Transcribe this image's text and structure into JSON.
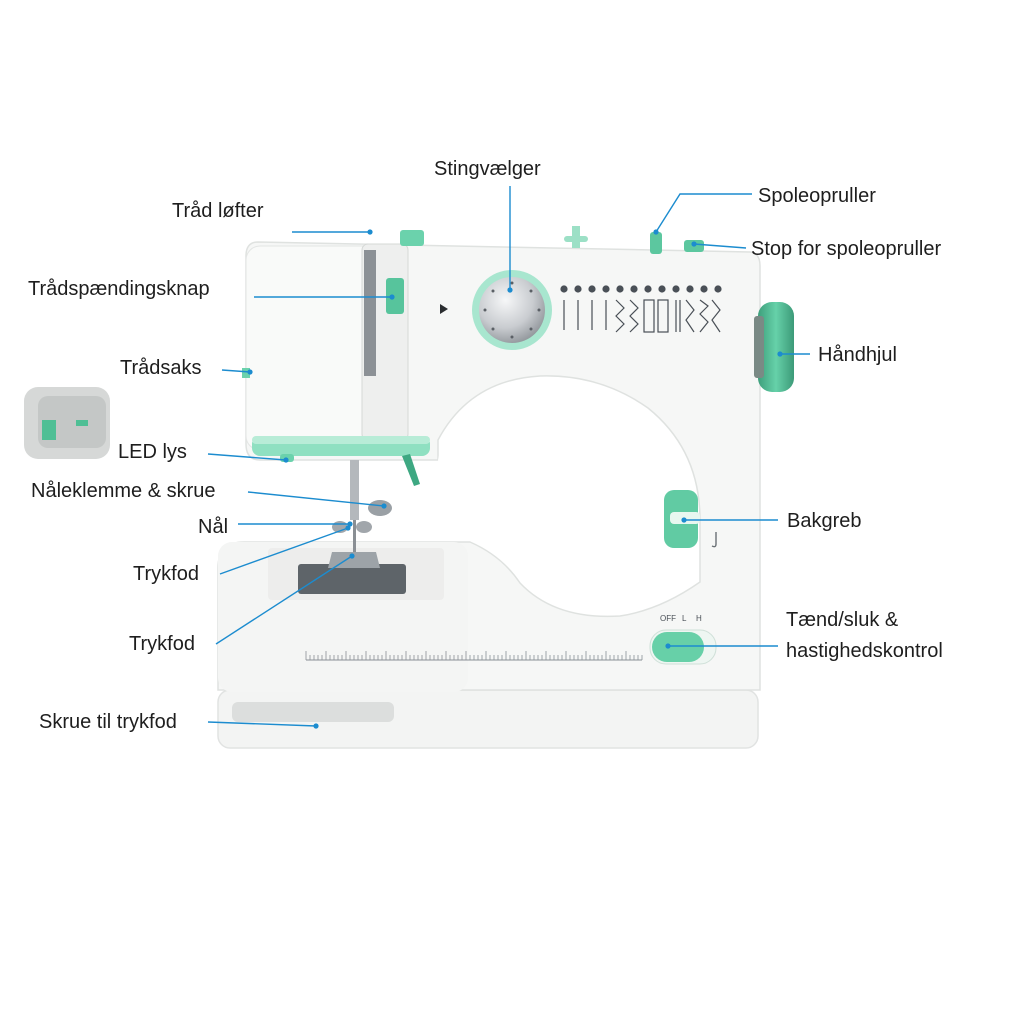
{
  "diagram": {
    "accent_color": "#5fc9a2",
    "leader_color": "#1c8ccf",
    "labels": {
      "stingvaelger": "Stingvælger",
      "traad_lofter": "Tråd løfter",
      "spoleopruller": "Spoleopruller",
      "stop_spoleopruller": "Stop for spoleopruller",
      "traadspaendingsknap": "Trådspændingsknap",
      "traadsaks": "Trådsaks",
      "haandhjul": "Håndhjul",
      "led_lys": "LED lys",
      "naaleklemme": "Nåleklemme & skrue",
      "naal": "Nål",
      "bakgreb": "Bakgreb",
      "trykfod_1": "Trykfod",
      "trykfod_2": "Trykfod",
      "taend_sluk_1": "Tænd/sluk &",
      "taend_sluk_2": "hastighedskontrol",
      "skrue_trykfod": "Skrue til trykfod"
    },
    "switch_marks": {
      "off": "OFF",
      "low": "L",
      "high": "H"
    }
  }
}
